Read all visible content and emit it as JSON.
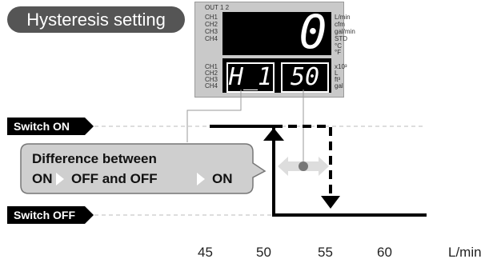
{
  "title": "Hysteresis setting",
  "device": {
    "out_label": "OUT 1 2",
    "channels_top": [
      "CH1",
      "CH2",
      "CH3",
      "CH4"
    ],
    "main_value": "0",
    "units": [
      "L/min",
      "cfm",
      "gal/min",
      "STD",
      "°C",
      "°F"
    ],
    "channels_bottom": [
      "CH1",
      "CH2",
      "CH3",
      "CH4"
    ],
    "sub_label": "H_1",
    "sub_value": "50",
    "units_bottom": [
      "x10³",
      "L",
      "ft³",
      "gal"
    ]
  },
  "switch_on": "Switch ON",
  "switch_off": "Switch OFF",
  "callout": {
    "line1": "Difference between",
    "on1": "ON",
    "off1": "OFF and OFF",
    "on2": "ON"
  },
  "axis": {
    "ticks": [
      "45",
      "50",
      "55",
      "60"
    ],
    "unit": "L/min"
  },
  "colors": {
    "pill": "#555555",
    "callout_fill": "#cfcfcf",
    "arrow_gray": "#dddddd",
    "dot": "#777777"
  }
}
